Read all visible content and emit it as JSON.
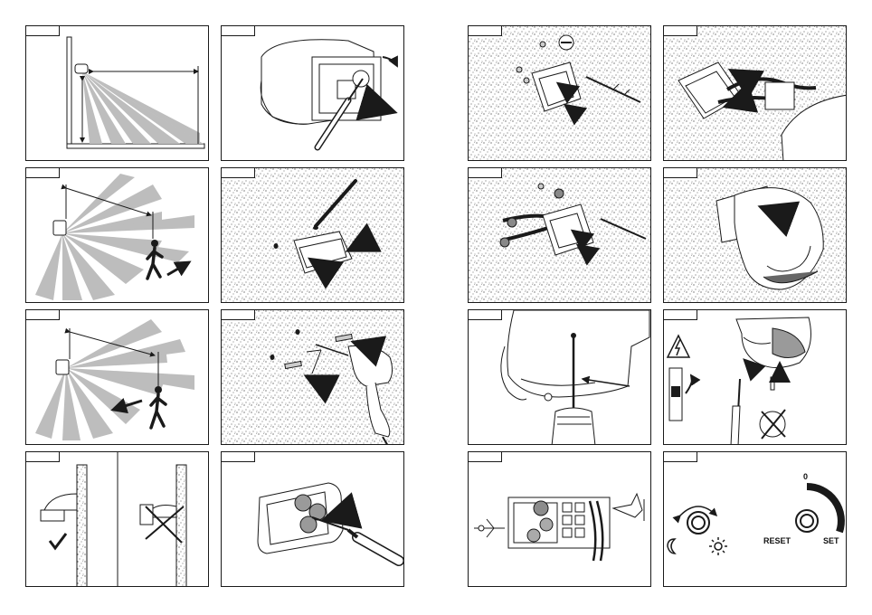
{
  "panels": [
    {
      "id": "p1",
      "icon": "detection-range-side-icon"
    },
    {
      "id": "p2",
      "icon": "remove-cover-screwdriver-icon"
    },
    {
      "id": "p3",
      "icon": "tangential-walk-icon"
    },
    {
      "id": "p4",
      "icon": "wall-bracket-marking-icon"
    },
    {
      "id": "p5",
      "icon": "radial-walk-icon"
    },
    {
      "id": "p6",
      "icon": "drill-wall-icon"
    },
    {
      "id": "p7",
      "icon": "mounting-position-icon"
    },
    {
      "id": "p8",
      "icon": "knockout-grommet-icon"
    },
    {
      "id": "p9",
      "icon": "screw-bracket-icon"
    },
    {
      "id": "p10",
      "icon": "connect-wires-icon"
    },
    {
      "id": "p11",
      "icon": "cable-bracket-icon"
    },
    {
      "id": "p12",
      "icon": "attach-sensor-icon"
    },
    {
      "id": "p13",
      "icon": "drill-cover-icon"
    },
    {
      "id": "p14",
      "icon": "mains-warning-icon"
    },
    {
      "id": "p15",
      "icon": "terminal-wiring-icon"
    },
    {
      "id": "p16",
      "icon": "setting-dials-icon"
    }
  ],
  "dials": {
    "zero_label": "0",
    "reset_label": "RESET",
    "set_label": "SET"
  },
  "colors": {
    "ink": "#1a1a1a",
    "ray_gray": "#b9b9b9",
    "dark_gray": "#8c8c8c"
  }
}
